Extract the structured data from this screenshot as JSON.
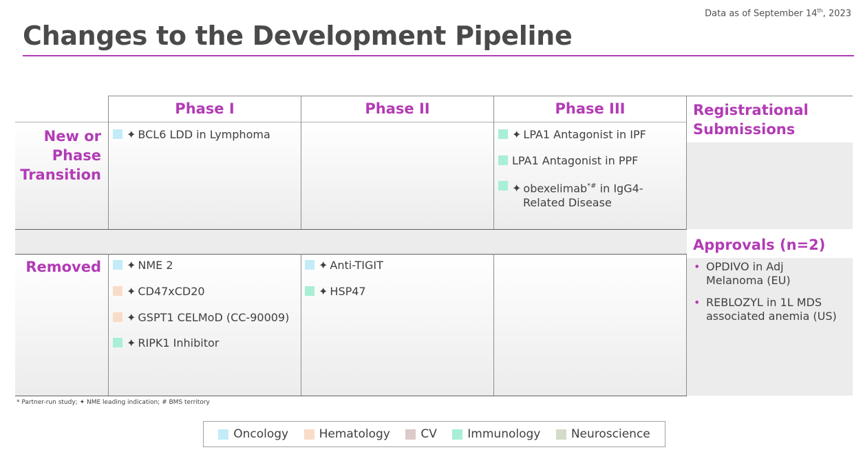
{
  "header": {
    "date_prefix": "Data as of September 14",
    "date_sup": "th",
    "date_suffix": ", 2023",
    "title": "Changes to the Development Pipeline"
  },
  "columns": {
    "phase1": "Phase I",
    "phase2": "Phase II",
    "phase3": "Phase III"
  },
  "rows": {
    "new_line1": "New or",
    "new_line2": "Phase",
    "new_line3": "Transition",
    "removed": "Removed"
  },
  "colors": {
    "accent": "#b23bb5",
    "oncology": "#c2ecf7",
    "hematology": "#f9dcc8",
    "cv": "#ddc9c9",
    "immunology": "#a8efd6",
    "neuroscience": "#d4dcc8"
  },
  "cells": {
    "new_phase1": [
      {
        "area": "oncology",
        "star": "✦",
        "text": "BCL6 LDD in Lymphoma"
      }
    ],
    "new_phase3": [
      {
        "area": "immunology",
        "star": "✦",
        "text": "LPA1 Antagonist in IPF"
      },
      {
        "area": "immunology",
        "star": "",
        "text": "LPA1 Antagonist in PPF"
      },
      {
        "area": "immunology",
        "star": "✦",
        "text": "obexelimab",
        "sup": "*#",
        "text2": " in IgG4-",
        "line2": "Related Disease"
      }
    ],
    "removed_phase1": [
      {
        "area": "oncology",
        "star": "✦",
        "text": "NME 2"
      },
      {
        "area": "hematology",
        "star": "✦",
        "text": "CD47xCD20"
      },
      {
        "area": "hematology",
        "star": "✦",
        "text": "GSPT1 CELMoD (CC-90009)"
      },
      {
        "area": "immunology",
        "star": "✦",
        "text": "RIPK1 Inhibitor"
      }
    ],
    "removed_phase2": [
      {
        "area": "oncology",
        "star": "✦",
        "text": "Anti-TIGIT"
      },
      {
        "area": "immunology",
        "star": "✦",
        "text": "HSP47"
      }
    ]
  },
  "side": {
    "registrational_line1": "Registrational",
    "registrational_line2": "Submissions",
    "approvals_title": "Approvals (n=2)",
    "approvals": [
      {
        "line1": "OPDIVO in Adj",
        "line2": "Melanoma (EU)"
      },
      {
        "line1": "REBLOZYL in 1L MDS",
        "line2": "associated anemia (US)"
      }
    ],
    "bullet": "•"
  },
  "footnote": "* Partner-run study; ✦ NME leading indication; # BMS territory",
  "legend": [
    {
      "area": "oncology",
      "label": "Oncology"
    },
    {
      "area": "hematology",
      "label": "Hematology"
    },
    {
      "area": "cv",
      "label": "CV"
    },
    {
      "area": "immunology",
      "label": "Immunology"
    },
    {
      "area": "neuroscience",
      "label": "Neuroscience"
    }
  ]
}
